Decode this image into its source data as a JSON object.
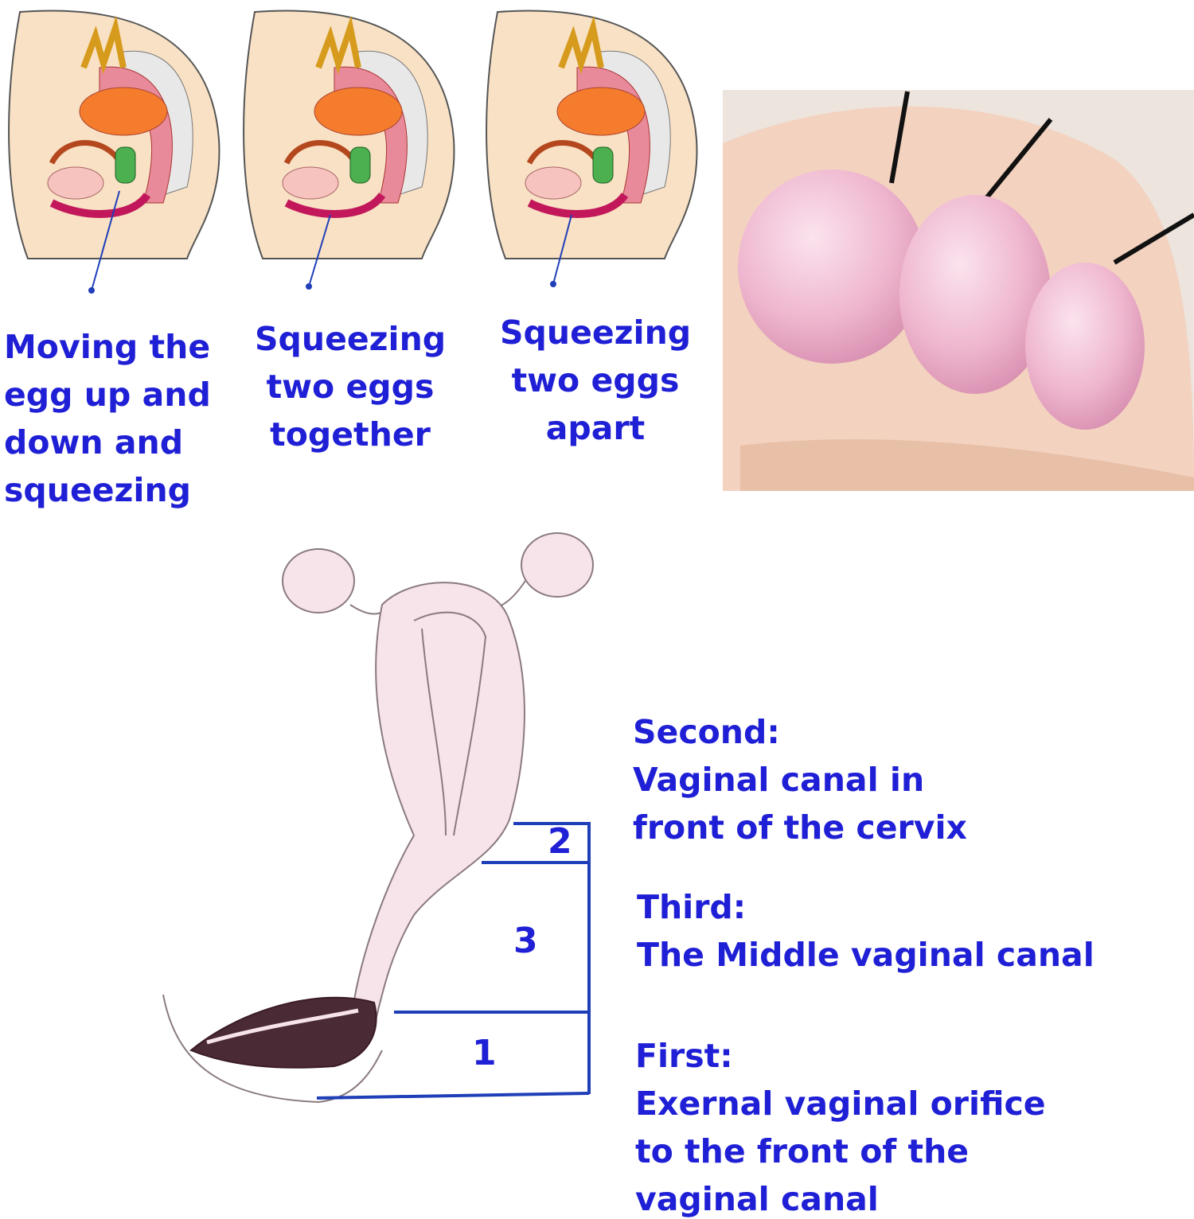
{
  "exercises": [
    {
      "lines": [
        "Moving the",
        "egg up and",
        "down and",
        "squeezing"
      ]
    },
    {
      "lines": [
        "Squeezing",
        "two eggs",
        "together"
      ]
    },
    {
      "lines": [
        "Squeezing",
        "two eggs",
        "apart"
      ]
    }
  ],
  "zones": {
    "numbers": [
      "2",
      "3",
      "1"
    ],
    "second": {
      "title": "Second:",
      "lines": [
        "Vaginal canal in",
        "front of the cervix"
      ]
    },
    "third": {
      "title": "Third:",
      "lines": [
        "The Middle vaginal canal"
      ]
    },
    "first": {
      "title": "First:",
      "lines": [
        "Exernal vaginal orifice",
        "to the front of the",
        "vaginal canal"
      ]
    }
  },
  "colors": {
    "text": "#1f1fd6",
    "bracket": "#1f3fb8",
    "egg": "#efb7cf",
    "skin": "#f3d9c4"
  }
}
